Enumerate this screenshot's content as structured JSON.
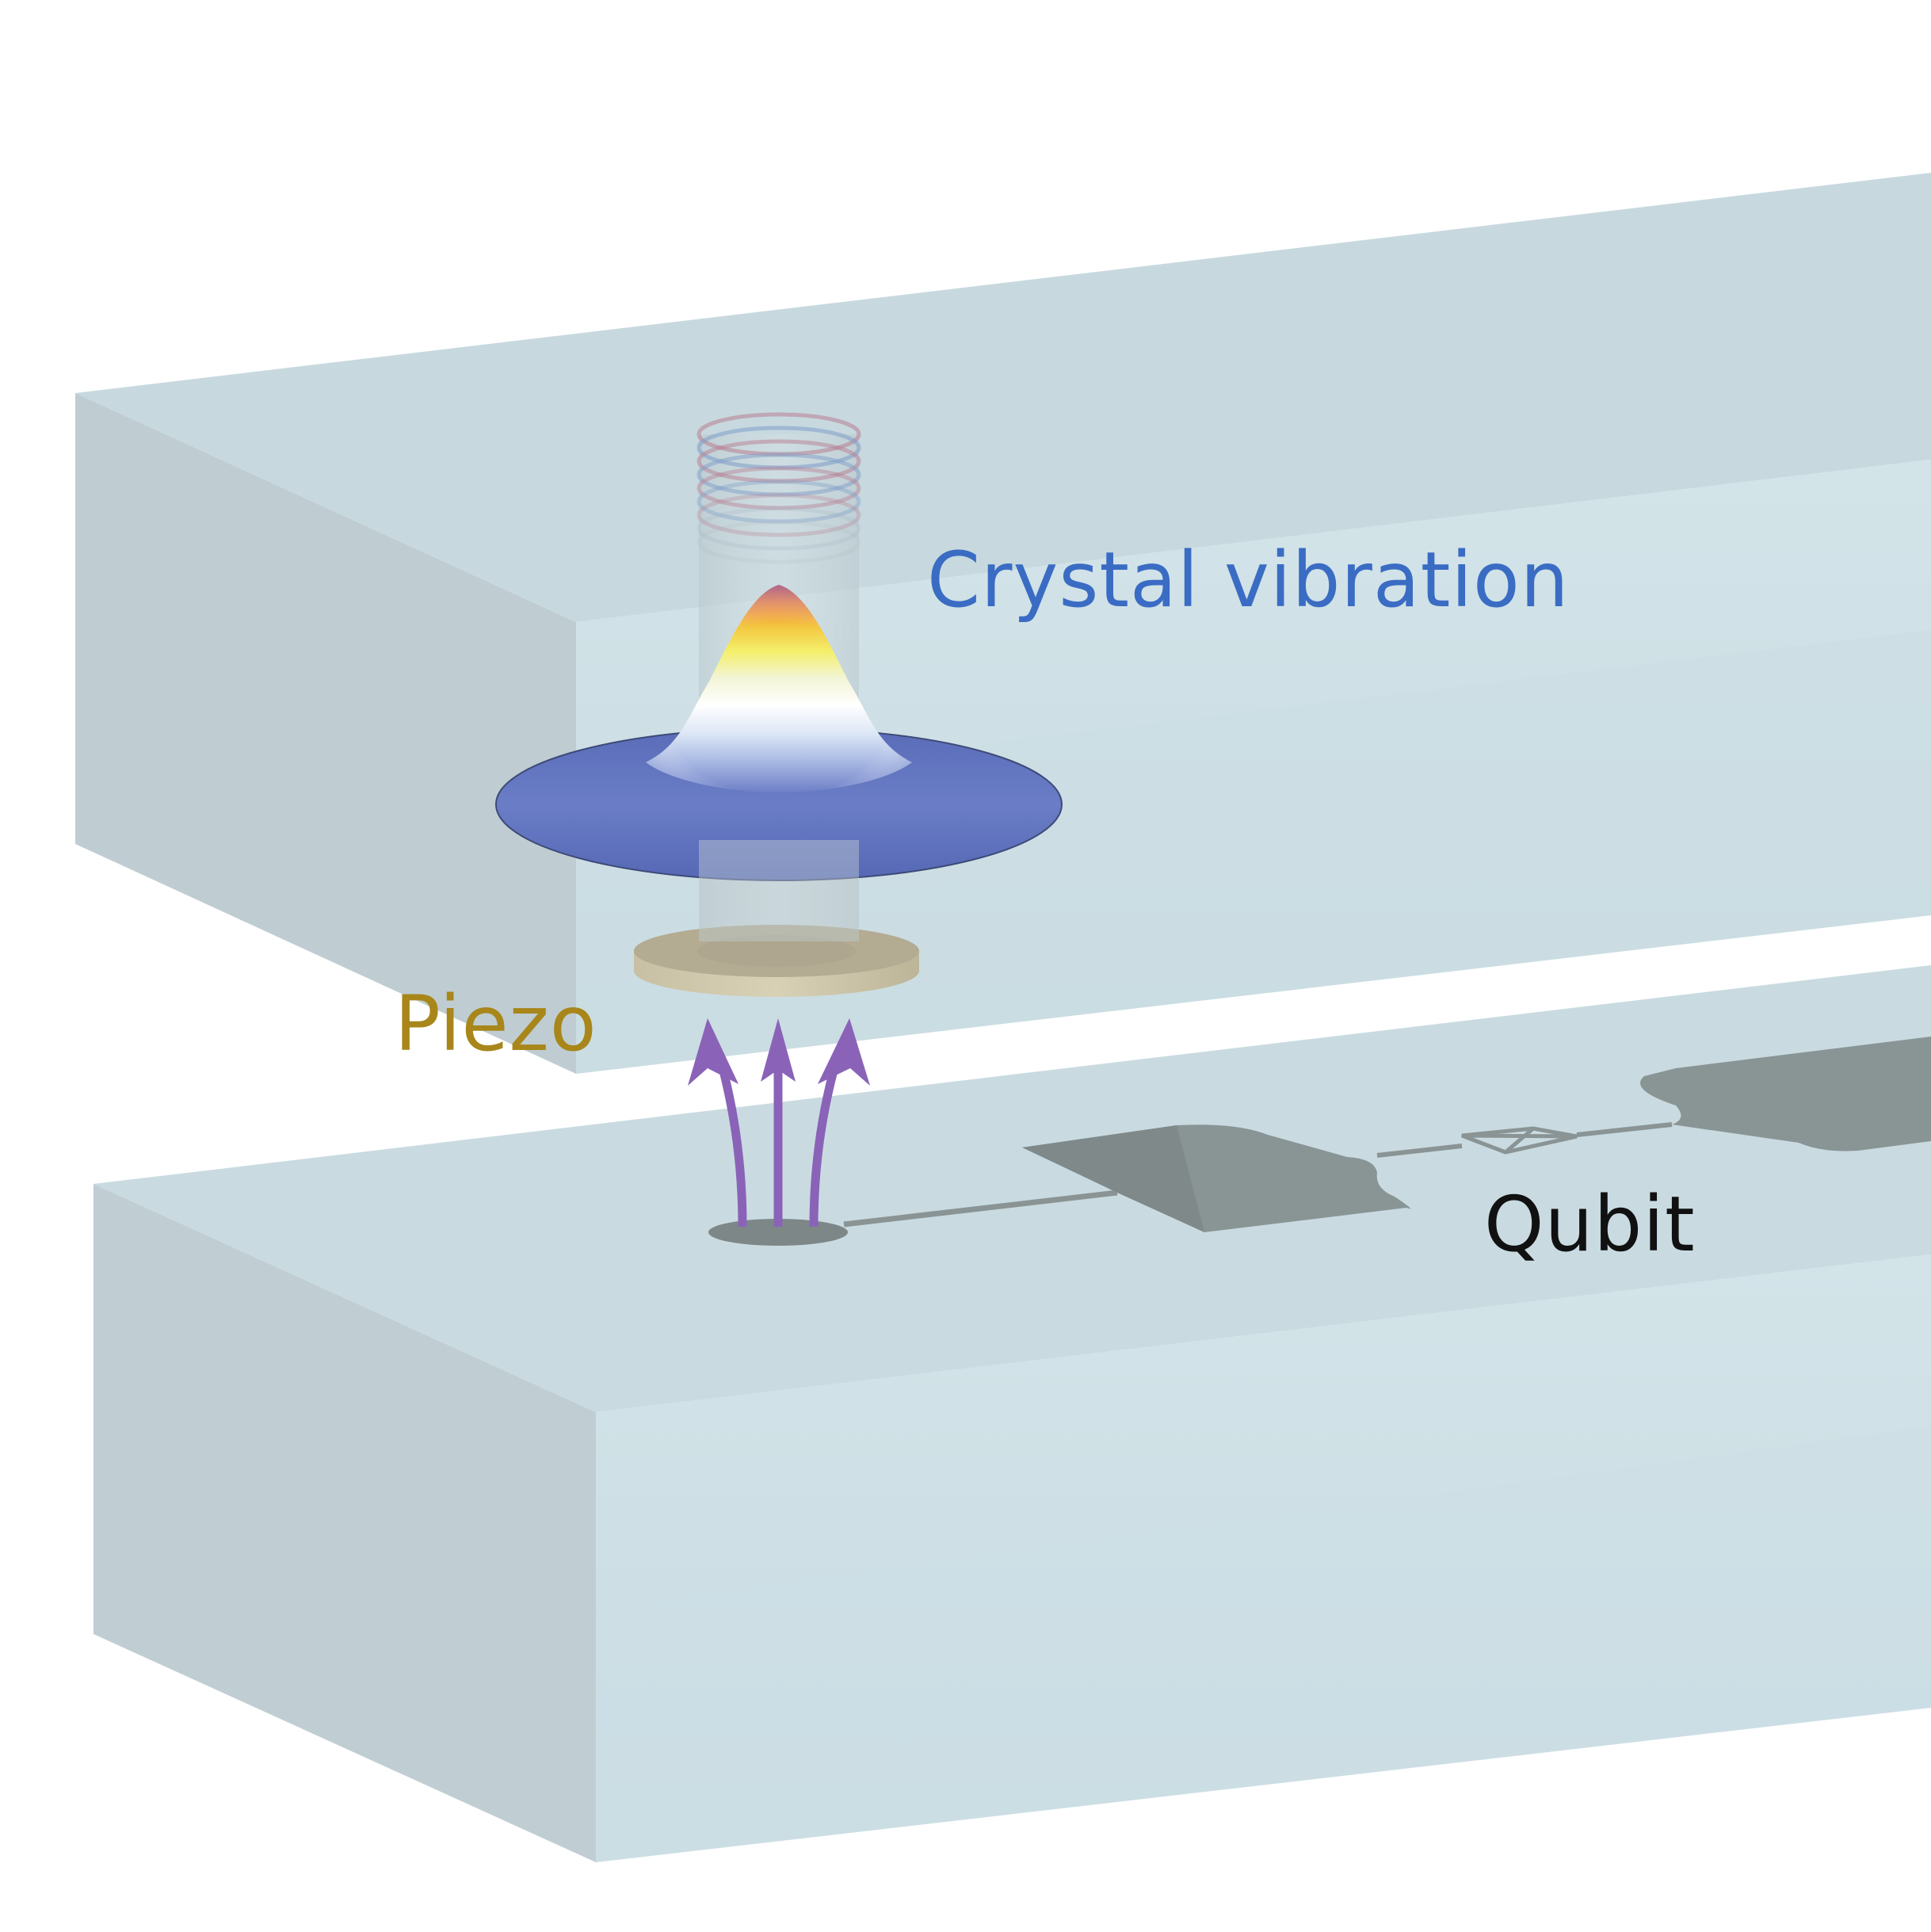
{
  "labels": {
    "crystal_vibration": "Crystal vibration",
    "piezo": "Piezo",
    "qubit": "Qubit"
  },
  "colors": {
    "crystal_vibration_text": "#3a6cc4",
    "piezo_text": "#a8861a",
    "qubit_text": "#111111",
    "arrow": "#8a63b8",
    "chip_top": "#c6d6dc",
    "chip_front": "#cde0e6",
    "chip_side": "#bccbd0",
    "metal": "#8a9495",
    "piezo_disk": "#b5ad94"
  }
}
